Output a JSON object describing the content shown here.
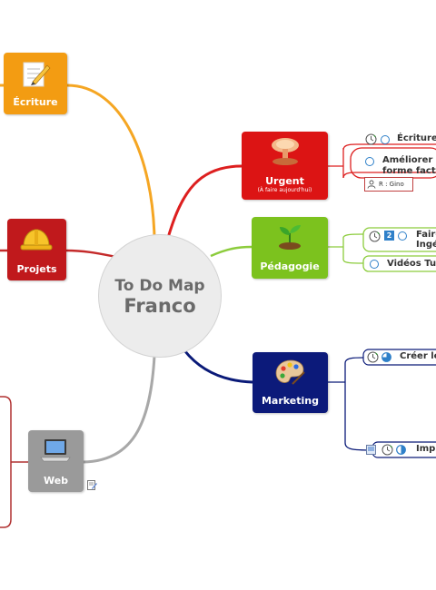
{
  "center": {
    "line1": "To Do Map",
    "line2": "Franco"
  },
  "topics": {
    "ecriture": {
      "label": "Écriture",
      "color": "#f39c12",
      "icon": "pencil-paper-icon"
    },
    "projets": {
      "label": "Projets",
      "color": "#c0191c",
      "icon": "hard-hat-icon"
    },
    "web": {
      "label": "Web",
      "color": "#9a9a9a",
      "icon": "laptop-icon"
    },
    "urgent": {
      "label": "Urgent",
      "sublabel": "(À faire aujourd'hui)",
      "color": "#dc1414",
      "icon": "explosion-icon"
    },
    "pedagogie": {
      "label": "Pédagogie",
      "color": "#7cc21e",
      "icon": "seedling-icon"
    },
    "marketing": {
      "label": "Marketing",
      "color": "#0c1a7a",
      "icon": "palette-icon"
    }
  },
  "subtopics": {
    "urgent_1": {
      "label": "Écriture"
    },
    "urgent_2": {
      "line1": "Améliorer m",
      "line2": "forme factu"
    },
    "urgent_resource": {
      "label": "R : Gino",
      "icon": "person-icon"
    },
    "pedagogie_1": {
      "line1": "Faire",
      "line2": "Ingé",
      "badge": "2"
    },
    "pedagogie_2": {
      "label": "Vidéos Tub"
    },
    "marketing_1": {
      "label": "Créer le"
    },
    "marketing_2": {
      "label": "Imp"
    }
  },
  "colors": {
    "ecriture_branch": "#f5a623",
    "projets_branch": "#c42a2a",
    "web_branch": "#a8a8a8",
    "urgent_branch": "#dd1f1f",
    "pedagogie_branch": "#8ccc3c",
    "marketing_branch": "#0a1a78",
    "web_group": "#b03030",
    "task_ring": "#2f80c9"
  }
}
